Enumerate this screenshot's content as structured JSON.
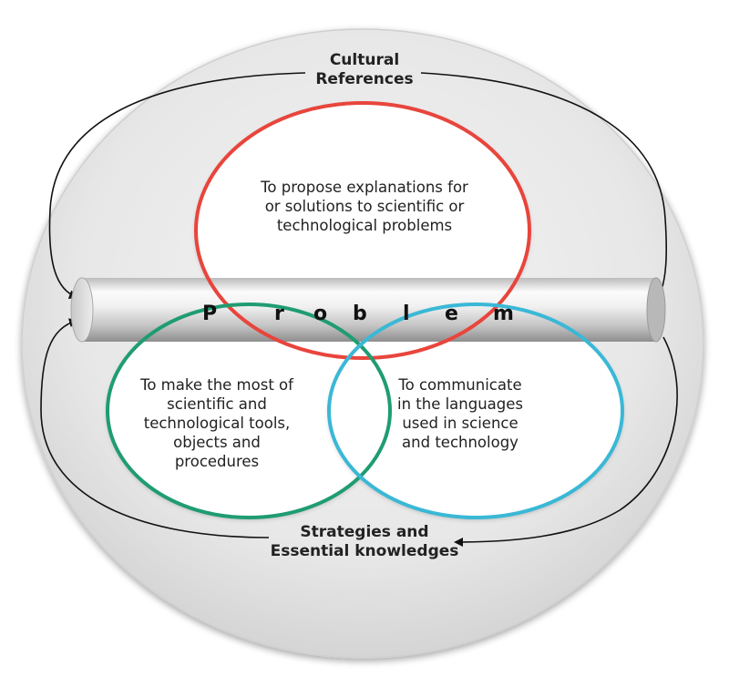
{
  "labels": {
    "top_line1": "Cultural",
    "top_line2": "References",
    "bottom_line1": "Strategies and",
    "bottom_line2": "Essential knowledges"
  },
  "bar": {
    "letters": [
      "P",
      "r",
      "o",
      "b",
      "l",
      "e",
      "m"
    ]
  },
  "circles": {
    "red": {
      "color": "#e8453c",
      "lines": [
        "To propose explanations for",
        "or solutions to scientific or",
        "technological problems"
      ]
    },
    "green": {
      "color": "#1f9c72",
      "lines": [
        "To make the most of",
        "scientific and",
        "technological tools,",
        "objects and",
        "procedures"
      ]
    },
    "blue": {
      "color": "#3ab8d6",
      "lines": [
        "To communicate",
        "in the languages",
        "used in science",
        "and technology"
      ]
    }
  },
  "colors": {
    "background_disc": "#e6e6e6",
    "arrow": "#111111",
    "bar_light": "#fafafa",
    "bar_dark": "#9c9c9c"
  }
}
